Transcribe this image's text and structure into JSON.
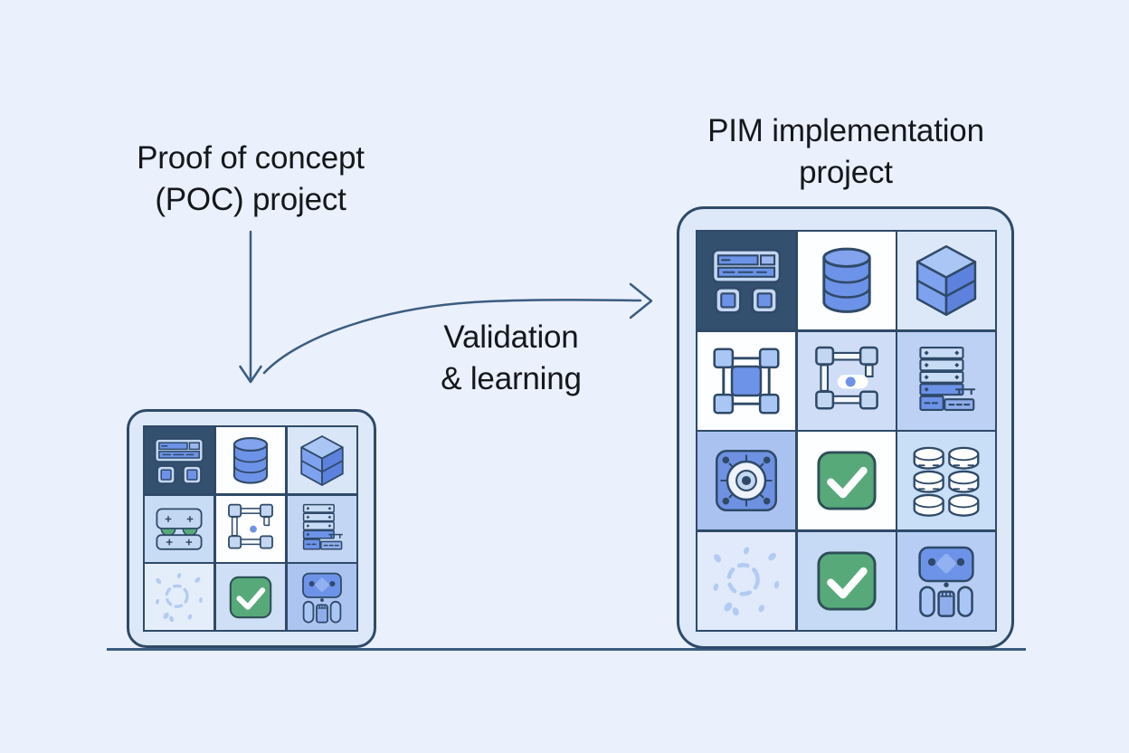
{
  "canvas": {
    "background": "#eaf0fc"
  },
  "titles": {
    "poc": {
      "line1": "Proof of concept",
      "line2": "(POC) project"
    },
    "pim": {
      "line1": "PIM implementation",
      "line2": "project"
    },
    "arrow_label": {
      "line1": "Validation",
      "line2": "& learning"
    }
  },
  "arrows": {
    "color": "#3b5c80",
    "down_arrow": "from POC title down to POC box",
    "curved_arrow": "from POC box up-right to PIM box",
    "curved_arrow_label": "Validation & learning"
  },
  "ground_line": {
    "color": "#3b5c80"
  },
  "poc_box": {
    "fill": "#dde9f8",
    "border_color": "#2f4a68",
    "cells": [
      {
        "icon": "control-panel",
        "bg": "#33506f"
      },
      {
        "icon": "database",
        "bg": "#fdfeff"
      },
      {
        "icon": "stacked-cube",
        "bg": "#d9e6f8"
      },
      {
        "icon": "plus-panels",
        "bg": "#c9dcf6"
      },
      {
        "icon": "selection-frame-toggle",
        "bg": "#fdfeff"
      },
      {
        "icon": "server-rack",
        "bg": "#c3d7f4"
      },
      {
        "icon": "scatter-dots",
        "bg": "#e4edfa"
      },
      {
        "icon": "check-approved",
        "bg": "#cfe0f6"
      },
      {
        "icon": "robot",
        "bg": "#abc4f0"
      }
    ]
  },
  "pim_box": {
    "fill": "#dde9f8",
    "border_color": "#2f4a68",
    "cells": [
      {
        "icon": "control-panel",
        "bg": "#33506f"
      },
      {
        "icon": "database",
        "bg": "#fdfeff"
      },
      {
        "icon": "stacked-cube",
        "bg": "#dce8f8"
      },
      {
        "icon": "selection-frame-filled",
        "bg": "#fdfeff"
      },
      {
        "icon": "selection-frame-toggle",
        "bg": "#cfdef6"
      },
      {
        "icon": "server-rack",
        "bg": "#bcd1f4"
      },
      {
        "icon": "target-dial",
        "bg": "#a9c2f0"
      },
      {
        "icon": "check-approved",
        "bg": "#fdfeff"
      },
      {
        "icon": "coin-stacks",
        "bg": "#c9def7"
      },
      {
        "icon": "scatter-dots",
        "bg": "#e0eafa"
      },
      {
        "icon": "check-approved",
        "bg": "#c6daf5"
      },
      {
        "icon": "robot",
        "bg": "#b7cdf3"
      }
    ]
  },
  "palette": {
    "icon_blue": "#6d93e8",
    "icon_light_blue": "#c3d7f2",
    "outline": "#2f4a68",
    "green": "#57a97a",
    "dark_cell": "#33506f"
  }
}
